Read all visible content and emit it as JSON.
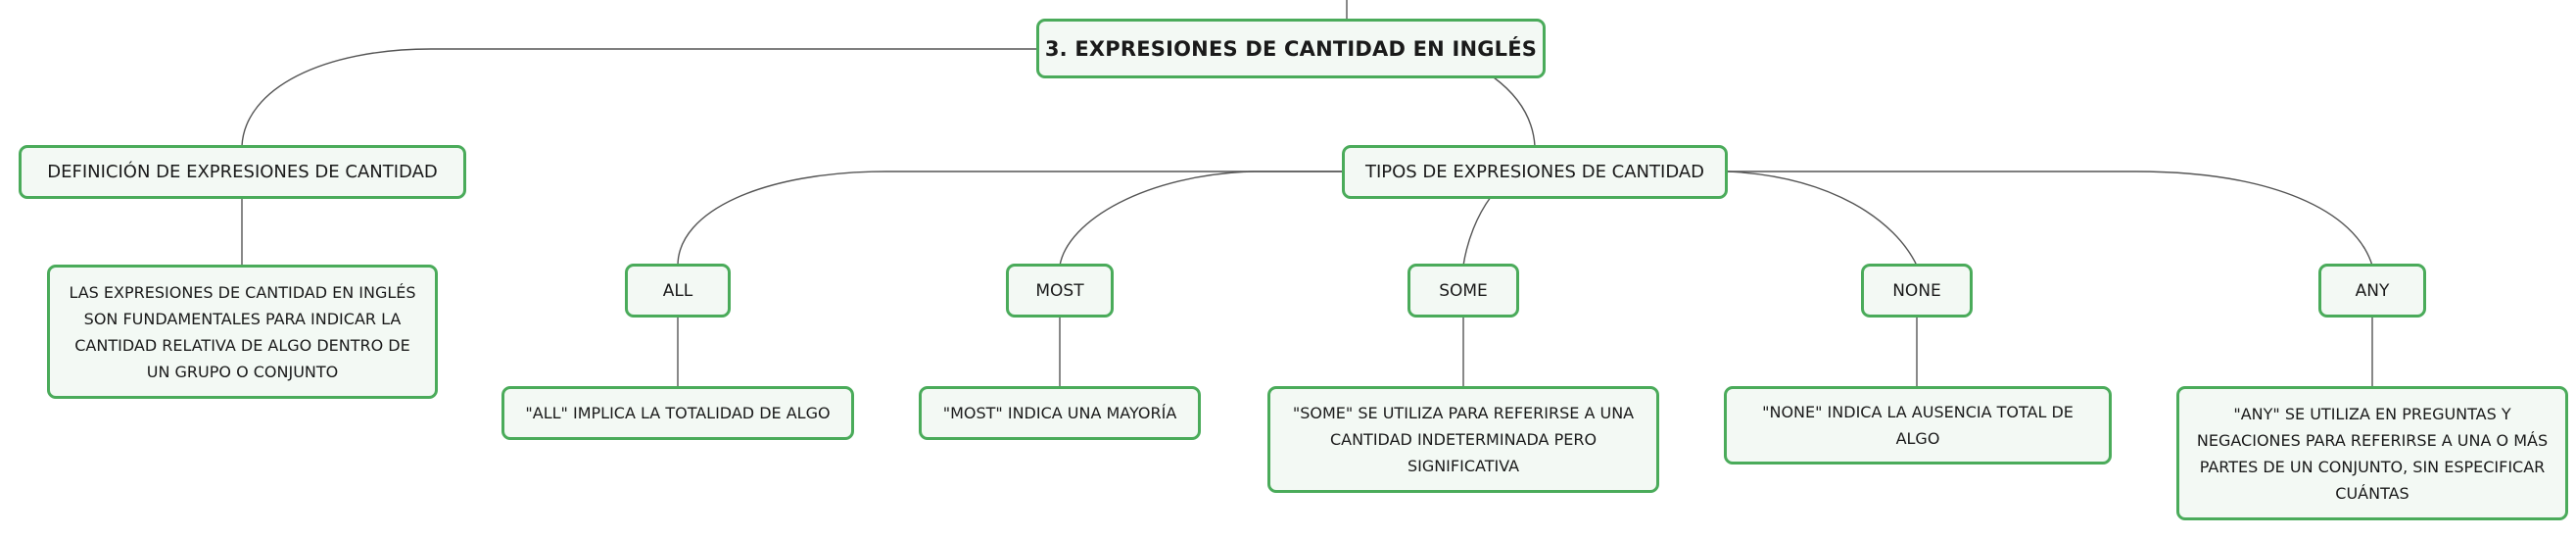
{
  "diagram": {
    "colors": {
      "node_border": "#4aab5a",
      "node_fill": "#f3f9f4",
      "connector": "#555555",
      "text": "#1a1a1a"
    },
    "root": {
      "label": "3. EXPRESIONES DE CANTIDAD EN INGLÉS"
    },
    "definition": {
      "label": "DEFINICIÓN DE EXPRESIONES DE CANTIDAD",
      "detail": "LAS EXPRESIONES DE CANTIDAD EN INGLÉS SON FUNDAMENTALES PARA INDICAR LA CANTIDAD RELATIVA DE ALGO DENTRO DE UN GRUPO O CONJUNTO"
    },
    "types": {
      "label": "TIPOS DE EXPRESIONES DE CANTIDAD",
      "items": [
        {
          "label": "ALL",
          "detail": "\"ALL\" IMPLICA LA TOTALIDAD DE ALGO"
        },
        {
          "label": "MOST",
          "detail": "\"MOST\" INDICA UNA MAYORÍA"
        },
        {
          "label": "SOME",
          "detail": "\"SOME\" SE UTILIZA PARA REFERIRSE A UNA CANTIDAD INDETERMINADA PERO SIGNIFICATIVA"
        },
        {
          "label": "NONE",
          "detail": "\"NONE\" INDICA LA AUSENCIA TOTAL DE ALGO"
        },
        {
          "label": "ANY",
          "detail": "\"ANY\" SE UTILIZA EN PREGUNTAS Y NEGACIONES PARA REFERIRSE A UNA O MÁS PARTES DE UN CONJUNTO, SIN ESPECIFICAR CUÁNTAS"
        }
      ]
    }
  }
}
